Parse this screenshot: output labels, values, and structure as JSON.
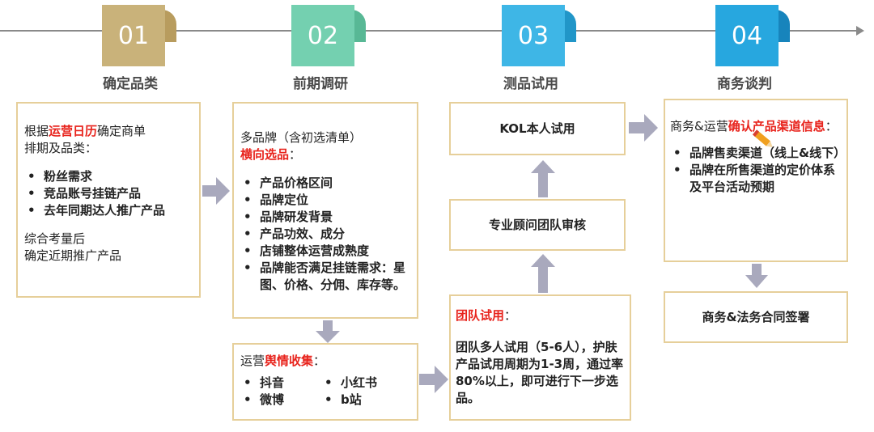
{
  "steps": [
    {
      "num": "01",
      "label": "确定品类",
      "color": "#c9b27a",
      "fold": "#b89c5e"
    },
    {
      "num": "02",
      "label": "前期调研",
      "color": "#74d0b0",
      "fold": "#58b895"
    },
    {
      "num": "03",
      "label": "测品试用",
      "color": "#3eb6e6",
      "fold": "#2196c8"
    },
    {
      "num": "04",
      "label": "商务谈判",
      "color": "#27a7df",
      "fold": "#1784bc"
    }
  ],
  "col1": {
    "intro_pre": "根据",
    "intro_hl": "运营日历",
    "intro_post": "确定商单",
    "intro_line2": "排期及品类：",
    "bullets": [
      "粉丝需求",
      "竞品账号挂链产品",
      "去年同期达人推广产品"
    ],
    "outro_line1": "综合考量后",
    "outro_line2": "确定近期推广产品"
  },
  "col2": {
    "line1": "多品牌（含初选清单）",
    "hl": "横向选品",
    "hl_suffix": "：",
    "bullets": [
      "产品价格区间",
      "品牌定位",
      "品牌研发背景",
      "产品功效、成分",
      "店铺整体运营成熟度",
      "品牌能否满足挂链需求：星图、价格、分佣、库存等。"
    ]
  },
  "col2b": {
    "pre": "运营",
    "hl": "舆情收集",
    "suffix": "：",
    "items": [
      "抖音",
      "小红书",
      "微博",
      "b站"
    ]
  },
  "col3": {
    "kol": "KOL本人试用",
    "review": "专业顾问团队审核",
    "team_hl": "团队试用",
    "team_suffix": "：",
    "team_text": "团队多人试用（5-6人），护肤产品试用周期为1-3周，通过率80%以上，即可进行下一步选品。"
  },
  "col4": {
    "pre": "商务&运营",
    "hl": "确认产品渠道信息",
    "suffix": "：",
    "bullets": [
      "品牌售卖渠道（线上&线下）",
      "品牌在所售渠道的定价体系及平台活动预期"
    ],
    "contract": "商务&法务合同签署"
  },
  "colors": {
    "box_border": "#e6cf9a",
    "arrow": "#a9a9bd",
    "highlight": "#e8231c"
  }
}
